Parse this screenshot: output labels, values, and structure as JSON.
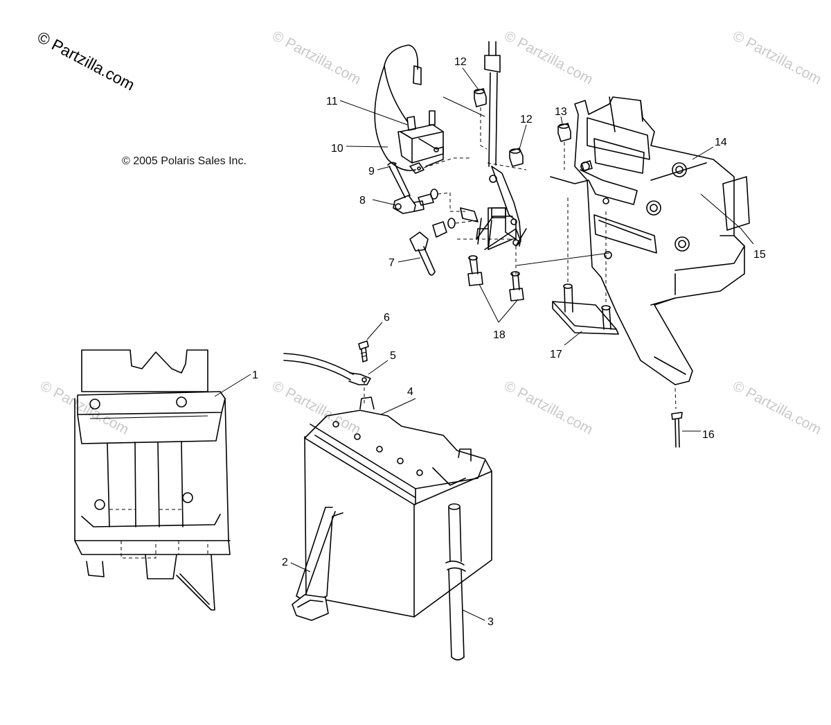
{
  "brand_text": "© Partzilla.com",
  "watermark_text": "© Partzilla.com",
  "copyright_text": "© 2005 Polaris Sales Inc.",
  "callouts": {
    "c1": "1",
    "c2": "2",
    "c3": "3",
    "c4": "4",
    "c5": "5",
    "c6": "6",
    "c7": "7",
    "c8": "8",
    "c9": "9",
    "c10": "10",
    "c11": "11",
    "c12a": "12",
    "c12b": "12",
    "c13": "13",
    "c14": "14",
    "c15": "15",
    "c16": "16",
    "c17": "17",
    "c18": "18"
  }
}
